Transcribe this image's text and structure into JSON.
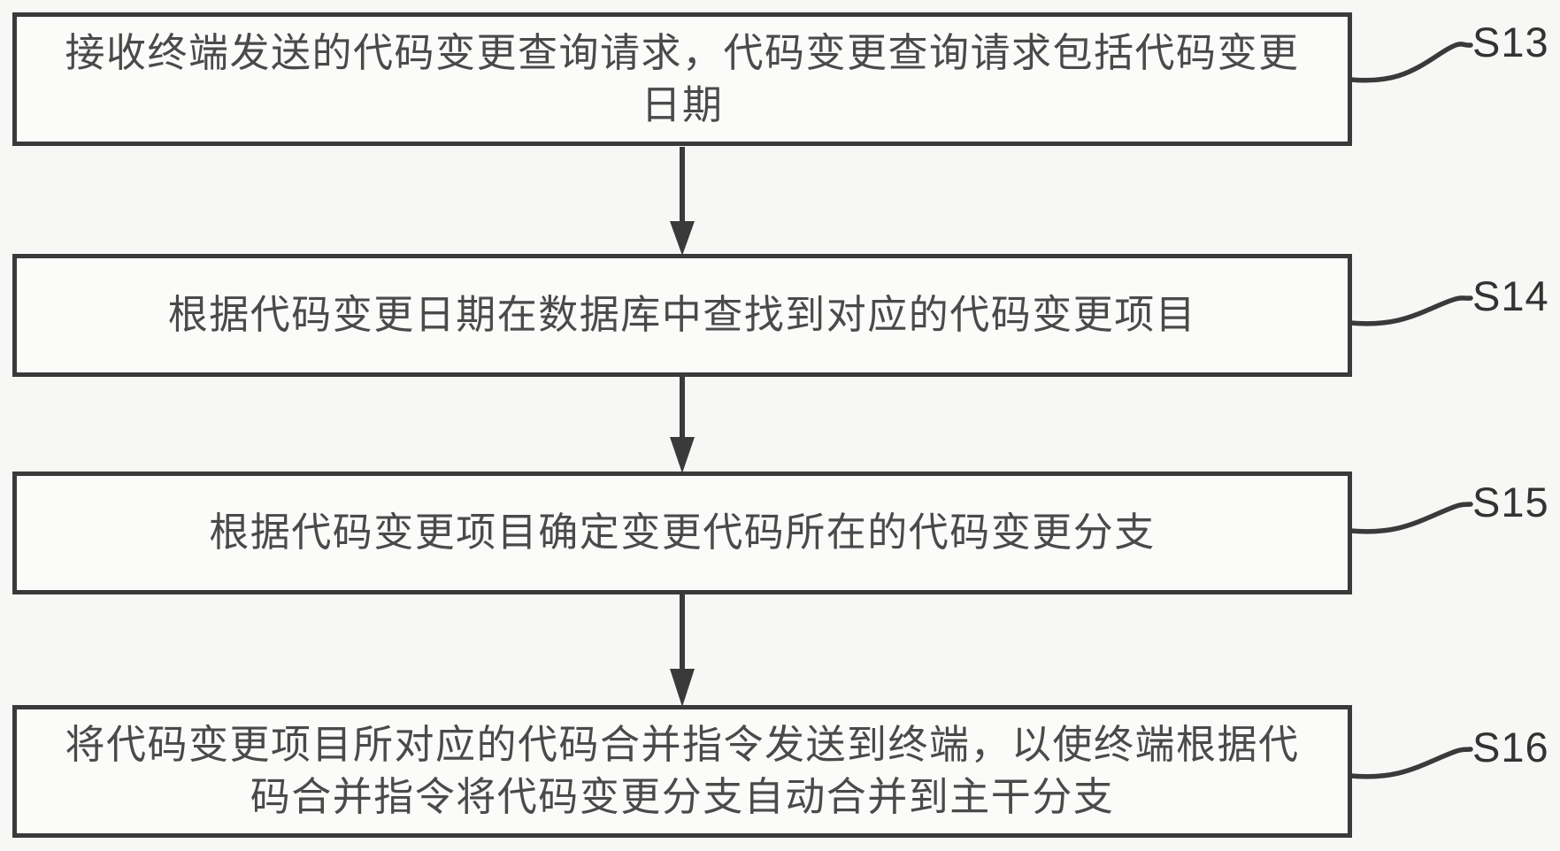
{
  "figure": {
    "type": "flowchart",
    "direction": "top-down",
    "colors": {
      "background": "#f7f7f5",
      "line": "#3a3a3a",
      "box_text": "#4a4a4a",
      "step_label": "#333333"
    },
    "steps": [
      {
        "label": "S13",
        "text": "接收终端发送的代码变更查询请求，代码变更查询请求包括代码变更日期",
        "lines": [
          "接收终端发送的代码变更查询请求，代码变更查询请求包括代码变更",
          "日期"
        ]
      },
      {
        "label": "S14",
        "text": "根据代码变更日期在数据库中查找到对应的代码变更项目",
        "lines": [
          "根据代码变更日期在数据库中查找到对应的代码变更项目"
        ]
      },
      {
        "label": "S15",
        "text": "根据代码变更项目确定变更代码所在的代码变更分支",
        "lines": [
          "根据代码变更项目确定变更代码所在的代码变更分支"
        ]
      },
      {
        "label": "S16",
        "text": "将代码变更项目所对应的代码合并指令发送到终端，以使终端根据代码合并指令将代码变更分支自动合并到主干分支",
        "lines": [
          "将代码变更项目所对应的代码合并指令发送到终端，以使终端根据代",
          "码合并指令将代码变更分支自动合并到主干分支"
        ]
      }
    ]
  }
}
